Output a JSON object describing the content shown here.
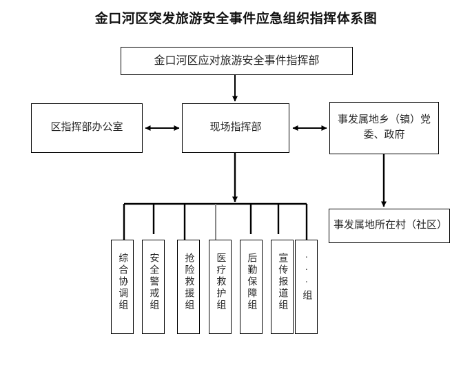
{
  "title": "金口河区突发旅游安全事件应急组织指挥体系图",
  "nodes": {
    "hq": "金口河区应对旅游安全事件指挥部",
    "office": "区指挥部办公室",
    "onsite": "现场指挥部",
    "town": "事发属地乡（镇）党\n委、政府",
    "village": "事发属地所在村（社区）"
  },
  "groups": [
    {
      "label": "综合协调组"
    },
    {
      "label": "安全警戒组"
    },
    {
      "label": "抢险救援组"
    },
    {
      "label": "医疗救护组"
    },
    {
      "label": "后勤保障组"
    },
    {
      "label": "宣传报道组"
    },
    {
      "label": "···组"
    }
  ],
  "connectors": [
    {
      "name": "hq-to-onsite",
      "type": "arrow-down"
    },
    {
      "name": "office-to-onsite",
      "type": "double-arrow-horizontal"
    },
    {
      "name": "onsite-to-town",
      "type": "double-arrow-horizontal"
    },
    {
      "name": "town-to-village",
      "type": "arrow-down"
    },
    {
      "name": "onsite-to-groups",
      "type": "arrow-down-to-bus"
    }
  ],
  "colors": {
    "line": "#000000",
    "text": "#252525",
    "title": "#111111",
    "background": "#ffffff"
  }
}
